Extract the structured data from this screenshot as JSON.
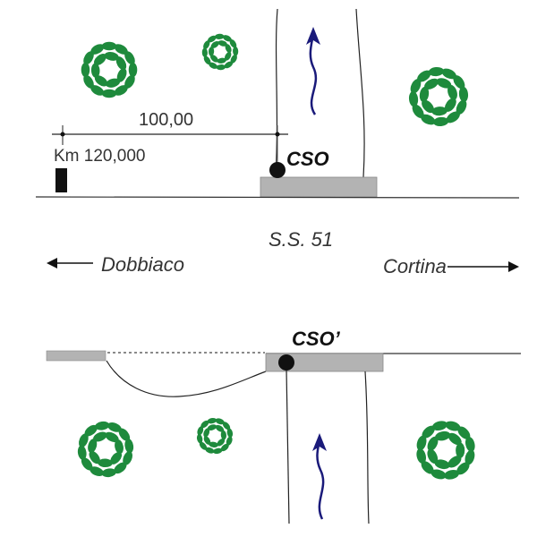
{
  "top": {
    "distance_label": "100,00",
    "km_label": "Km 120,000",
    "point_label": "CSO"
  },
  "road_label": "S.S. 51",
  "directions": {
    "left": "Dobbiaco",
    "right": "Cortina"
  },
  "bottom": {
    "point_label": "CSO’"
  },
  "colors": {
    "foliage": "#1e8a3c",
    "arrow": "#1a1a7a",
    "platform": "#b3b3b3"
  }
}
